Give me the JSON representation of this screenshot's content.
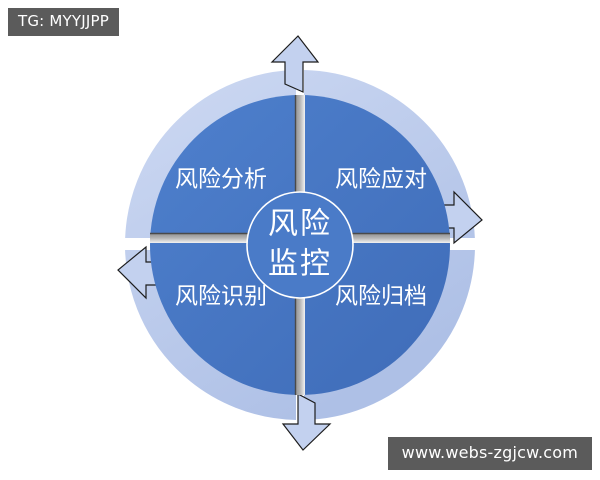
{
  "watermarks": {
    "top_left": "TG: MYYJJPP",
    "bottom_right": "www.webs-zgjcw.com"
  },
  "diagram": {
    "type": "cycle",
    "direction": "counter-clockwise",
    "center": {
      "line1": "风险",
      "line2": "监控"
    },
    "quadrants": [
      {
        "position": "top-left",
        "label": "风险分析"
      },
      {
        "position": "top-right",
        "label": "风险应对"
      },
      {
        "position": "bottom-left",
        "label": "风险识别"
      },
      {
        "position": "bottom-right",
        "label": "风险归档"
      }
    ],
    "arrows": [
      {
        "position": "top",
        "points": "up-right"
      },
      {
        "position": "right",
        "points": "down"
      },
      {
        "position": "bottom",
        "points": "left"
      },
      {
        "position": "left",
        "points": "up"
      }
    ],
    "colors": {
      "disc_fill": "#4a7bc8",
      "disc_fill_dark": "#3f6cb8",
      "ring_light": "#c3d1ef",
      "ring_light_edge": "#aabce4",
      "divider": "#9a9a9a",
      "divider_line": "#4a4a4a",
      "text": "#ffffff",
      "background": "#ffffff",
      "watermark_bg": "#5b5b5b"
    }
  }
}
